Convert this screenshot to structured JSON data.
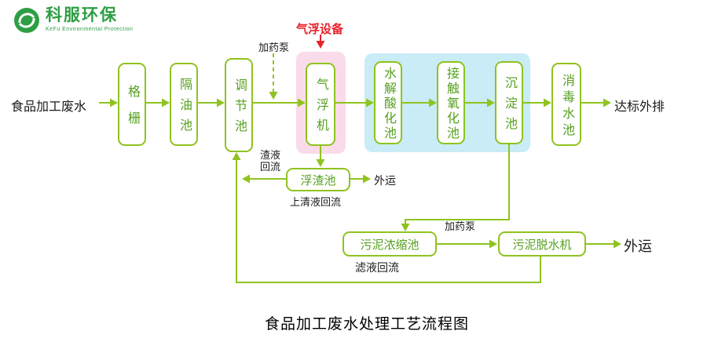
{
  "logo": {
    "brand": "科服环保",
    "subtitle": "KeFu Environmental Protection"
  },
  "title": "食品加工废水处理工艺流程图",
  "nodes": {
    "bar_screen": "格栅",
    "oil_separation_tank": "隔油池",
    "regulation_tank": "调节池",
    "air_flotation_machine": "气浮机",
    "hydrolysis_acidification_tank": "水解酸化池",
    "contact_oxidation_tank": "接触氧化池",
    "sedimentation_tank": "沉淀池",
    "disinfection_tank": "消毒水池",
    "scum_tank": "浮渣池",
    "sludge_thickening_tank": "污泥浓缩池",
    "sludge_dewatering_machine": "污泥脱水机"
  },
  "labels": {
    "influent": "食品加工废水",
    "effluent": "达标外排",
    "dosing_pump_top": "加药泵",
    "flotation_equipment": "气浮设备",
    "slag_reflux_line1": "渣液",
    "slag_reflux_line2": "回流",
    "scum_out": "外运",
    "supernatant_reflux": "上清液回流",
    "dosing_pump_mid": "加药泵",
    "sludge_out": "外运",
    "filtrate_reflux": "滤液回流"
  },
  "colors": {
    "line_green": "#8fc31f",
    "text_green": "#55a01e",
    "highlight_red": "#e8222a",
    "pink_bg": "#fadbe9",
    "blue_bg": "#c9ecf6",
    "logo_green": "#2e9e44"
  }
}
